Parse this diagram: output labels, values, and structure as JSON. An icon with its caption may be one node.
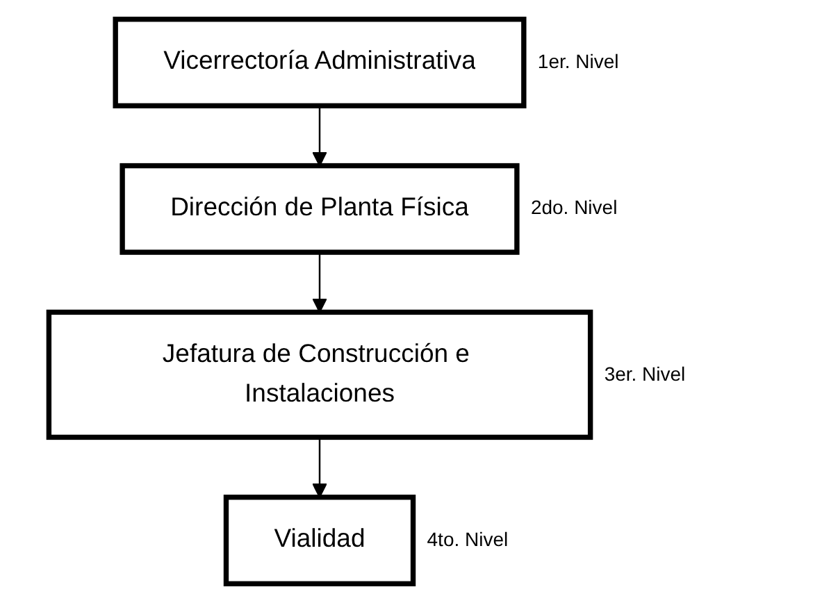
{
  "diagram": {
    "nodes": [
      {
        "text": [
          "Vicerrectoría Administrativa"
        ],
        "beside": [
          "1er. Nivel"
        ]
      },
      {
        "text": [
          "Dirección de Planta Física"
        ],
        "beside": [
          "2do. Nivel"
        ]
      },
      {
        "text": [
          "Jefatura de Construcción e Instalaciones"
        ],
        "beside": [
          "3er. Nivel"
        ]
      },
      {
        "text": [
          "Vialidad"
        ],
        "beside": [
          "4to. Nivel"
        ]
      }
    ],
    "edges": [
      {
        "from": 0,
        "to": 1,
        "arrow": "to"
      },
      {
        "from": 1,
        "to": 2,
        "arrow": "to"
      },
      {
        "from": 2,
        "to": 3,
        "arrow": "to"
      }
    ]
  }
}
